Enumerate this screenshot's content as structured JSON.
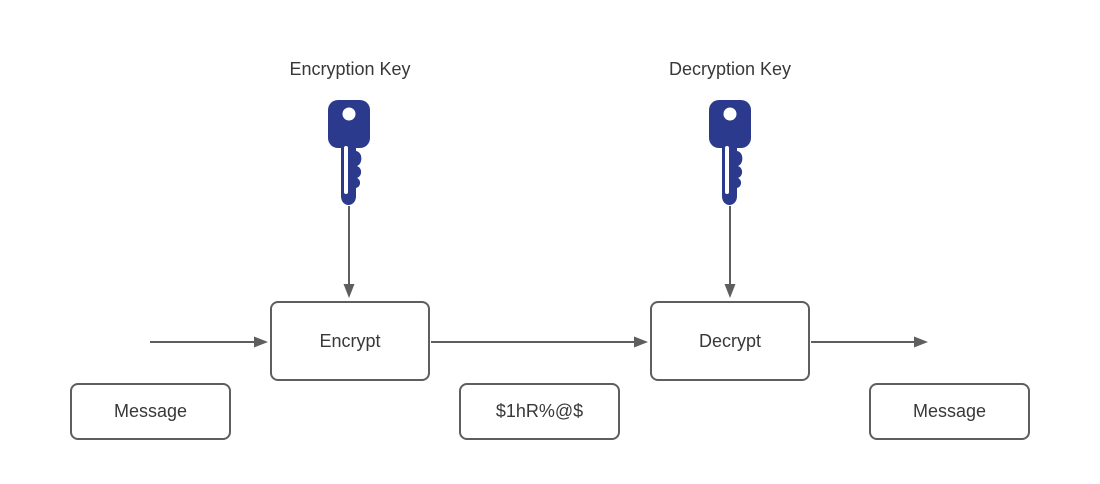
{
  "colors": {
    "background": "#ffffff",
    "stroke": "#5e5e5e",
    "arrow": "#5e5e5e",
    "text": "#383838",
    "key-fill": "#2b3a8c",
    "box-fill": "#ffffff"
  },
  "key_labels": {
    "encryption": "Encryption Key",
    "decryption": "Decryption Key"
  },
  "process_nodes": {
    "encrypt": "Encrypt",
    "decrypt": "Decrypt"
  },
  "data_nodes": {
    "plaintext_in": "Message",
    "ciphertext": "$1hR%@$",
    "plaintext_out": "Message"
  }
}
